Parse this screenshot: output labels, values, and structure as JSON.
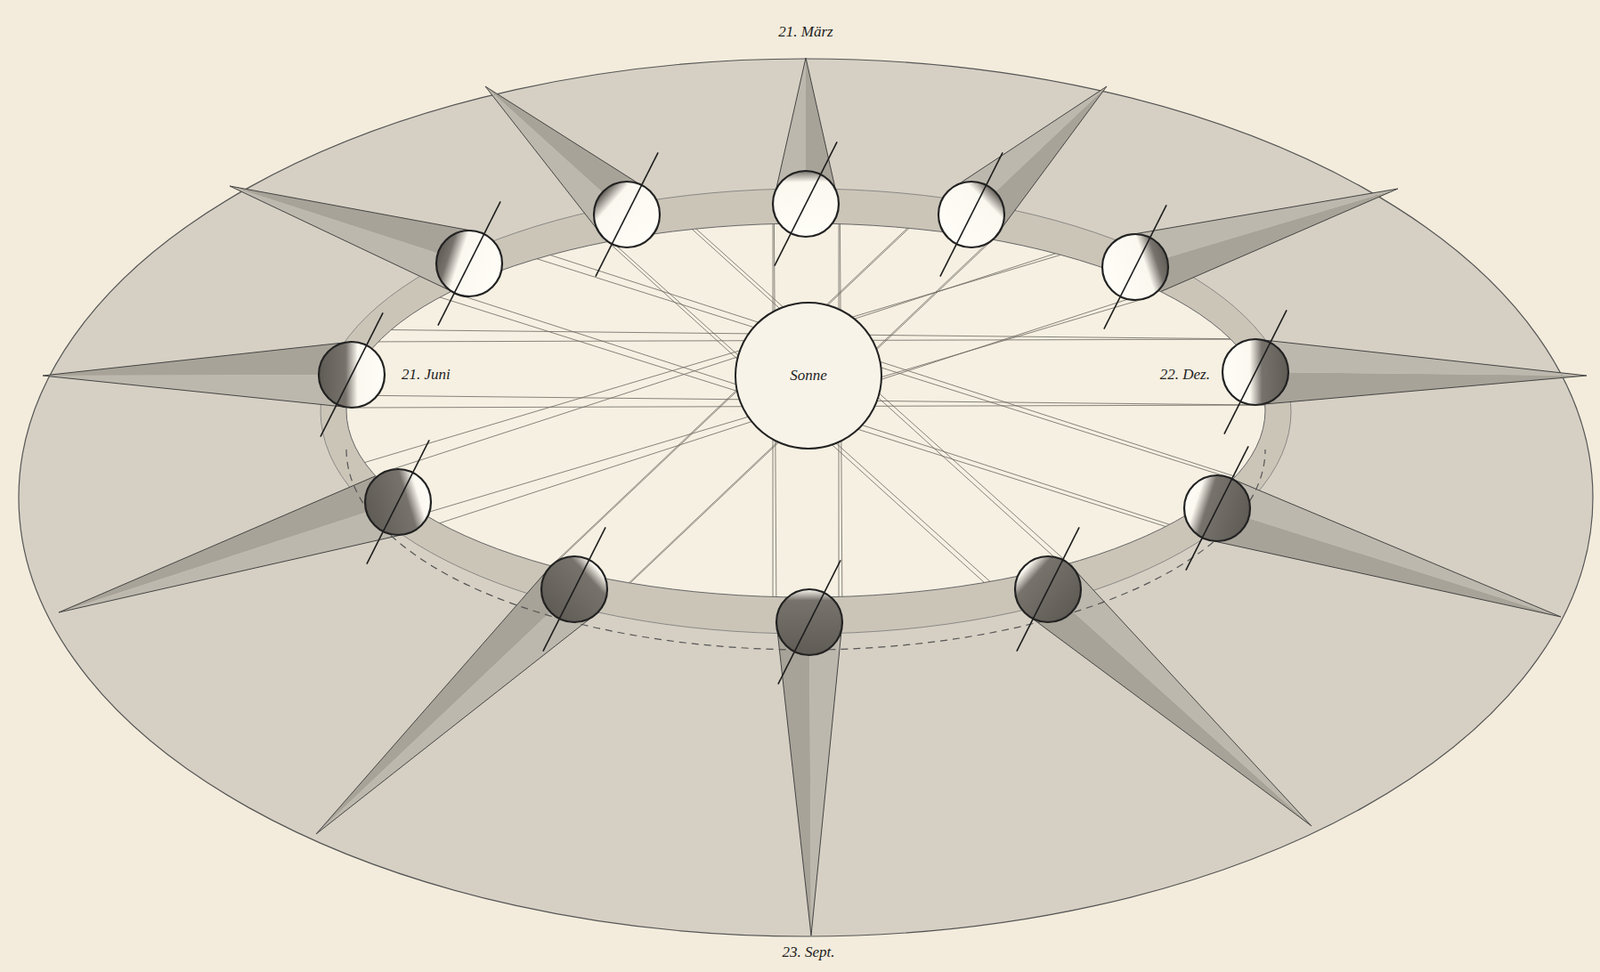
{
  "diagram": {
    "nodes": [
      {
        "text": [
          "Sonne"
        ]
      }
    ],
    "labels": [
      "21. März",
      "21. Juni",
      "22. Dez.",
      "23. Sept."
    ]
  }
}
